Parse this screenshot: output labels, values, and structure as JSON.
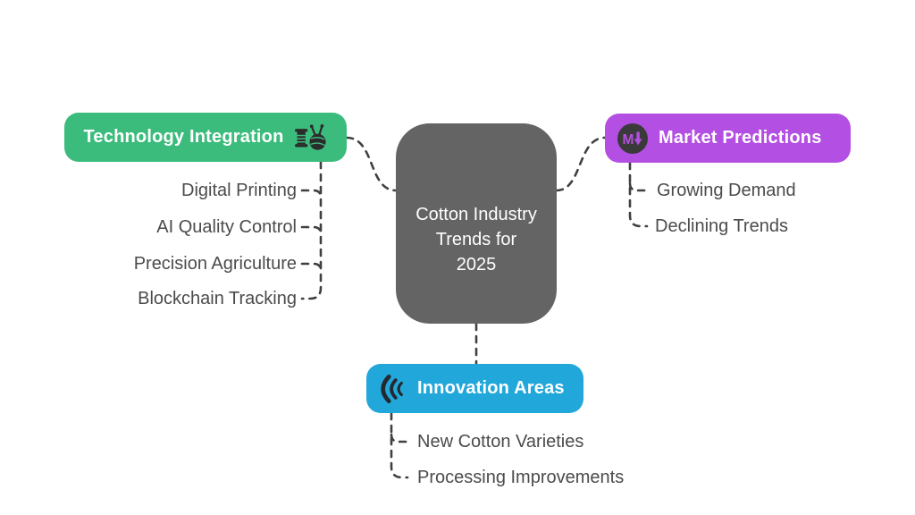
{
  "center": {
    "label": "Cotton Industry Trends for 2025",
    "bg": "#646464",
    "text_color": "#ffffff"
  },
  "branches": [
    {
      "label": "Technology Integration",
      "icon": "yarn-and-spool-icon",
      "bg": "#3cbc7c",
      "side": "left",
      "children": [
        "Digital Printing",
        "AI Quality Control",
        "Precision Agriculture",
        "Blockchain Tracking"
      ]
    },
    {
      "label": "Market Predictions",
      "icon": "market-decline-badge-icon",
      "bg": "#b44fe3",
      "side": "right",
      "children": [
        "Growing Demand",
        "Declining Trends"
      ]
    },
    {
      "label": "Innovation Areas",
      "icon": "wave-arcs-icon",
      "bg": "#22a7da",
      "side": "bottom",
      "children": [
        "New Cotton Varieties",
        "Processing Improvements"
      ]
    }
  ],
  "colors": {
    "connector": "#404040",
    "child_text": "#4b4b4b",
    "background": "#ffffff",
    "icon_dark": "#2b2b2b"
  }
}
